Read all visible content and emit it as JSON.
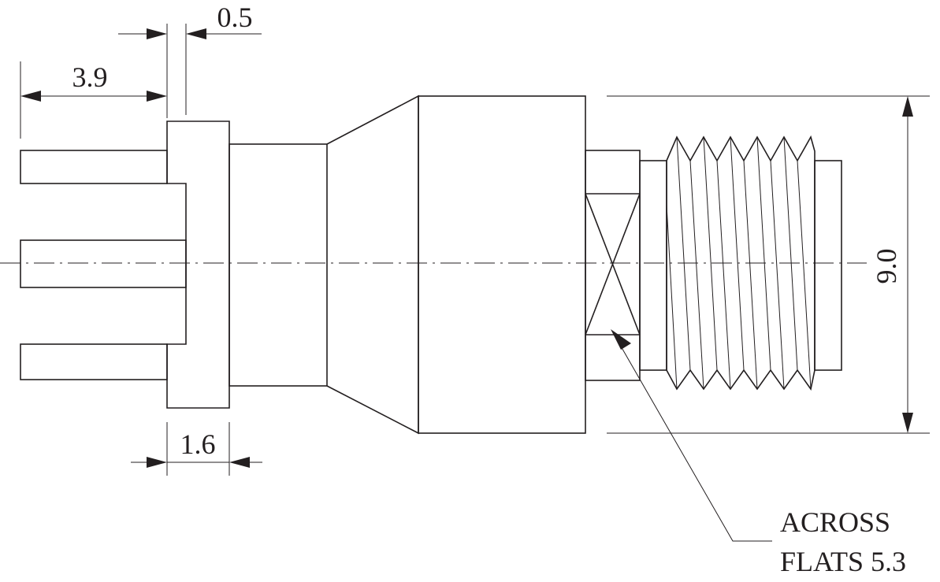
{
  "dimensions": {
    "pin_length": "3.9",
    "flange_offset": "0.5",
    "flange_thickness": "1.6",
    "outer_diameter": "9.0"
  },
  "callout": {
    "line1": "ACROSS",
    "line2": "FLATS 5.3"
  },
  "colors": {
    "ink": "#231f20",
    "background": "#ffffff"
  }
}
